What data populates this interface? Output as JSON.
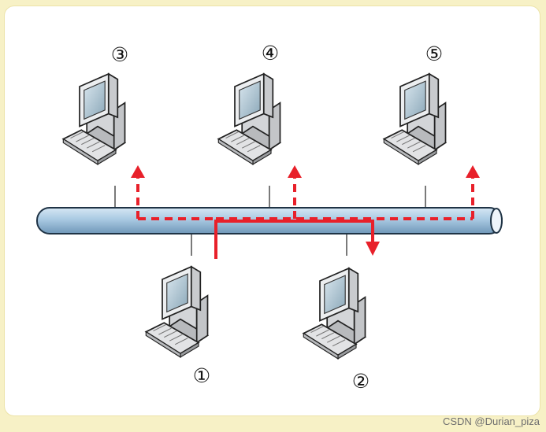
{
  "diagram": {
    "type": "bus-network-broadcast",
    "sender_label": "①",
    "receiver_label": "②",
    "other_labels": [
      "③",
      "④",
      "⑤"
    ],
    "colors": {
      "background": "#f7f1c6",
      "panel": "#ffffff",
      "bus_fill": "#a9c9e2",
      "bus_stroke": "#2a3f52",
      "signal": "#e8202a",
      "computer_body": "#e9eaec",
      "screen": "#9fb7c4"
    }
  },
  "watermark": "CSDN @Durian_piza"
}
